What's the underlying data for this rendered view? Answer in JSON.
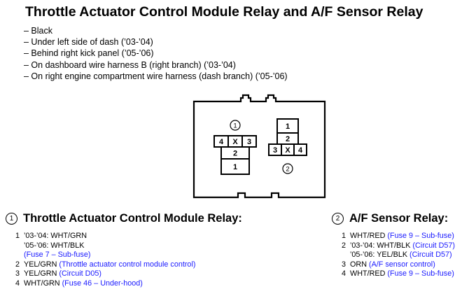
{
  "title": "Throttle Actuator Control Module Relay and A/F Sensor Relay",
  "notes": [
    "– Black",
    "– Under left side of dash (’03-’04)",
    "– Behind right kick panel (’05-’06)",
    "– On dashboard wire harness B (right branch) (’03-’04)",
    "– On right engine compartment wire harness (dash branch) (’05-’06)"
  ],
  "connector": {
    "relay1_badge": "1",
    "relay2_badge": "2",
    "relay1_row": [
      "4",
      "X",
      "3"
    ],
    "relay1_mid": "2",
    "relay1_bottom": "1",
    "relay2_top": "1",
    "relay2_mid": "2",
    "relay2_row": [
      "3",
      "X",
      "4"
    ]
  },
  "relay1": {
    "badge": "1",
    "heading": "Throttle Actuator Control Module Relay:",
    "pins": [
      {
        "num": "1",
        "text": "’03-’04: WHT/GRN",
        "note": ""
      },
      {
        "num": "",
        "text": "’05-’06: WHT/BLK",
        "note": ""
      },
      {
        "num": "",
        "text": "",
        "note": "(Fuse 7 – Sub-fuse)"
      },
      {
        "num": "2",
        "text": "YEL/GRN ",
        "note": "(Throttle actuator control module control)"
      },
      {
        "num": "3",
        "text": "YEL/GRN ",
        "note": "(Circuit D05)"
      },
      {
        "num": "4",
        "text": "WHT/GRN ",
        "note": "(Fuse 46 – Under-hood)"
      }
    ]
  },
  "relay2": {
    "badge": "2",
    "heading": "A/F Sensor Relay:",
    "pins": [
      {
        "num": "1",
        "text": "WHT/RED ",
        "note": "(Fuse 9 – Sub-fuse)"
      },
      {
        "num": "2",
        "text": "’03-’04: WHT/BLK ",
        "note": "(Circuit D57)"
      },
      {
        "num": "",
        "text": "’05-’06: YEL/BLK ",
        "note": "(Circuit D57)"
      },
      {
        "num": "3",
        "text": "ORN ",
        "note": "(A/F sensor control)"
      },
      {
        "num": "4",
        "text": "WHT/RED ",
        "note": "(Fuse 9 – Sub-fuse)"
      }
    ]
  },
  "colors": {
    "note_blue": "#1a1aff"
  }
}
